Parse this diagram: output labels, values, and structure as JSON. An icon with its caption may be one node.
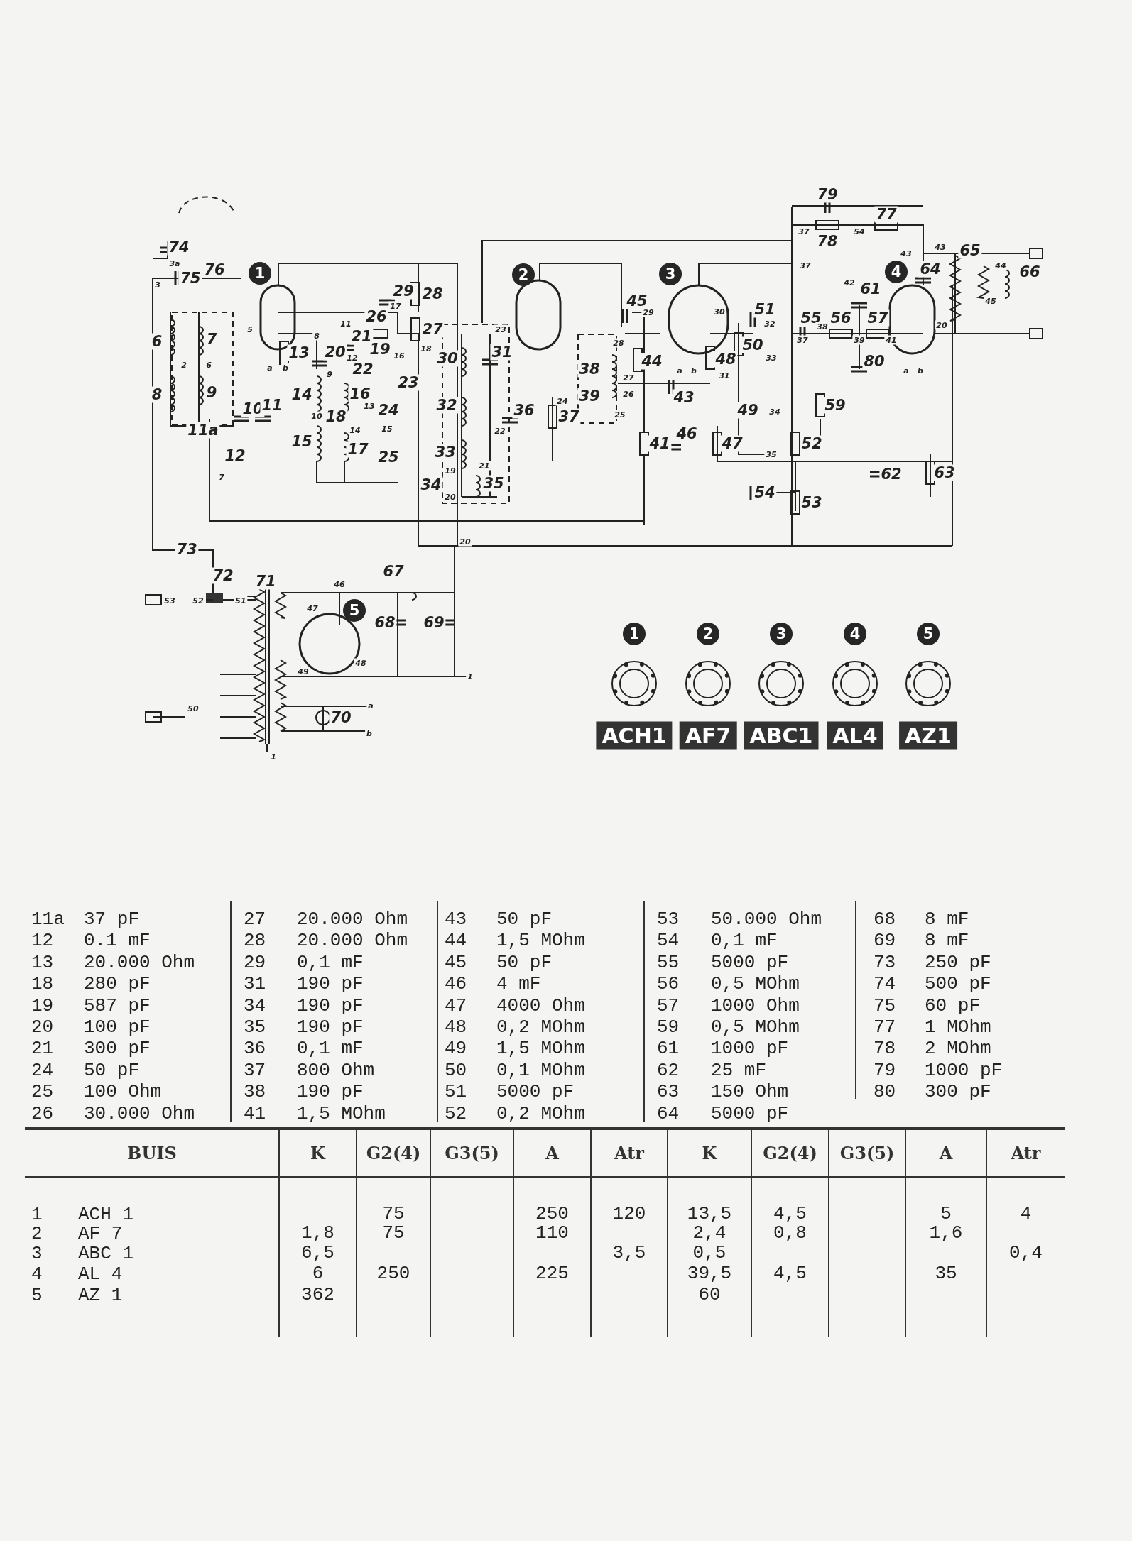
{
  "diagram": {
    "labels": [
      "79",
      "77",
      "37",
      "78",
      "54",
      "74",
      "43",
      "43",
      "65",
      "3a",
      "75",
      "76",
      "1",
      "2",
      "3",
      "37",
      "4",
      "64",
      "44",
      "66",
      "3",
      "29",
      "28",
      "42",
      "61",
      "17",
      "45",
      "29",
      "30",
      "51",
      "45",
      "11",
      "26",
      "32",
      "55",
      "38",
      "56",
      "57",
      "20",
      "6",
      "7",
      "5",
      "8",
      "21",
      "19",
      "18",
      "27",
      "23",
      "28",
      "50",
      "37",
      "39",
      "41",
      "2",
      "6",
      "a",
      "b",
      "13",
      "20",
      "12",
      "16",
      "30",
      "31",
      "44",
      "48",
      "33",
      "80",
      "9",
      "22",
      "23",
      "38",
      "27",
      "a",
      "b",
      "31",
      "a",
      "b",
      "8",
      "9",
      "14",
      "16",
      "39",
      "26",
      "10",
      "11",
      "10",
      "18",
      "13",
      "24",
      "32",
      "36",
      "24",
      "37",
      "25",
      "43",
      "49",
      "34",
      "59",
      "11a",
      "14",
      "15",
      "22",
      "46",
      "12",
      "15",
      "17",
      "25",
      "33",
      "41",
      "47",
      "35",
      "52",
      "7",
      "34",
      "19",
      "21",
      "35",
      "62",
      "63",
      "20",
      "54",
      "53",
      "20",
      "73",
      "72",
      "71",
      "46",
      "67",
      "53",
      "52",
      "51",
      "47",
      "5",
      "68",
      "69",
      "49",
      "48",
      "1",
      "50",
      "70",
      "a",
      "b",
      "1",
      "1",
      "2",
      "3",
      "4",
      "5",
      "ACH1",
      "AF7",
      "ABC1",
      "AL4",
      "AZ1",
      "11a",
      "37 pF",
      "27",
      "20.000 Ohm",
      "43",
      "50 pF",
      "53",
      "50.000 Ohm",
      "68",
      "8 mF",
      "12",
      "0.1 mF",
      "28",
      "20.000 Ohm",
      "44",
      "1,5 MOhm",
      "54",
      "0,1 mF",
      "69",
      "8 mF",
      "13",
      "20.000 Ohm",
      "29",
      "0,1 mF",
      "45",
      "50 pF",
      "55",
      "5000 pF",
      "73",
      "250 pF",
      "18",
      "280 pF",
      "31",
      "190 pF",
      "46",
      "4 mF",
      "56",
      "0,5 MOhm",
      "74",
      "500 pF",
      "19",
      "587 pF",
      "34",
      "190 pF",
      "47",
      "4000 Ohm",
      "57",
      "1000 Ohm",
      "75",
      "60 pF",
      "20",
      "100 pF",
      "35",
      "190 pF",
      "48",
      "0,2 MOhm",
      "59",
      "0,5 MOhm",
      "77",
      "1 MOhm",
      "21",
      "300 pF",
      "36",
      "0,1 mF",
      "49",
      "1,5 MOhm",
      "61",
      "1000 pF",
      "78",
      "2 MOhm",
      "24",
      "50 pF",
      "37",
      "800 Ohm",
      "50",
      "0,1 MOhm",
      "62",
      "25 mF",
      "79",
      "1000 pF",
      "25",
      "100 Ohm",
      "38",
      "190 pF",
      "51",
      "5000 pF",
      "63",
      "150 Ohm",
      "80",
      "300 pF",
      "26",
      "30.000 Ohm",
      "41",
      "1,5 MOhm",
      "52",
      "0,2 MOhm",
      "64",
      "5000 pF",
      "BUIS",
      "K",
      "G2(4)",
      "G3(5)",
      "A",
      "Atr",
      "K",
      "G2(4)",
      "G3(5)",
      "A",
      "Atr",
      "1",
      "ACH 1",
      "75",
      "250",
      "120",
      "13,5",
      "4,5",
      "5",
      "4",
      "2",
      "AF 7",
      "1,8",
      "75",
      "110",
      "2,4",
      "0,8",
      "1,6",
      "3",
      "ABC 1",
      "6,5",
      "3,5",
      "0,5",
      "0,4",
      "4",
      "AL 4",
      "6",
      "250",
      "225",
      "39,5",
      "4,5",
      "35",
      "5",
      "AZ 1",
      "362",
      "60"
    ]
  }
}
